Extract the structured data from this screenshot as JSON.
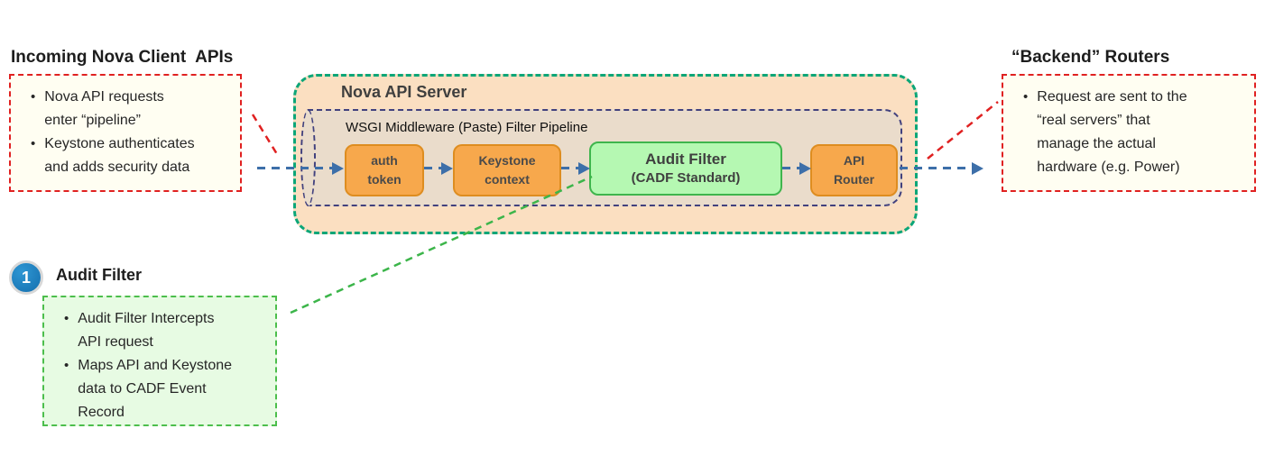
{
  "left_note": {
    "heading": "Incoming Nova Client  APIs",
    "bullets": [
      "Nova API requests\nenter “pipeline”",
      "Keystone authenticates\nand adds security data"
    ]
  },
  "right_note": {
    "heading": "“Backend” Routers",
    "bullets": [
      "Request are sent to the\n“real servers” that\nmanage the actual\nhardware (e.g. Power)"
    ]
  },
  "server": {
    "title": "Nova API Server",
    "pipeline_label": "WSGI Middleware (Paste) Filter Pipeline",
    "stages": {
      "auth": "auth\ntoken",
      "keystone": "Keystone\ncontext",
      "audit_title": "Audit Filter",
      "audit_sub": "(CADF Standard)",
      "router": "API\nRouter"
    }
  },
  "callout": {
    "number": "1",
    "heading": "Audit Filter",
    "bullets": [
      "Audit Filter Intercepts\nAPI request",
      "Maps API and Keystone\ndata to CADF Event\nRecord"
    ]
  },
  "colors": {
    "note_border_red": "#E02121",
    "server_border_teal": "#0CA678",
    "server_fill_peach": "#FBDFC1",
    "pipeline_border_navy": "#41417E",
    "pipeline_fill_tan": "#EADCCB",
    "stage_fill_orange": "#F7A84C",
    "stage_border_orange": "#DE8D20",
    "audit_fill_green": "#B5F8B2",
    "audit_border_green": "#3FB54D",
    "flow_arrow_blue": "#3D6FA9",
    "callout_line_green": "#3CB54A",
    "note_fill_ivory": "#FFFEF2",
    "callout_fill_green": "#E7FBE3",
    "badge_blue": "#1B7EC2"
  }
}
